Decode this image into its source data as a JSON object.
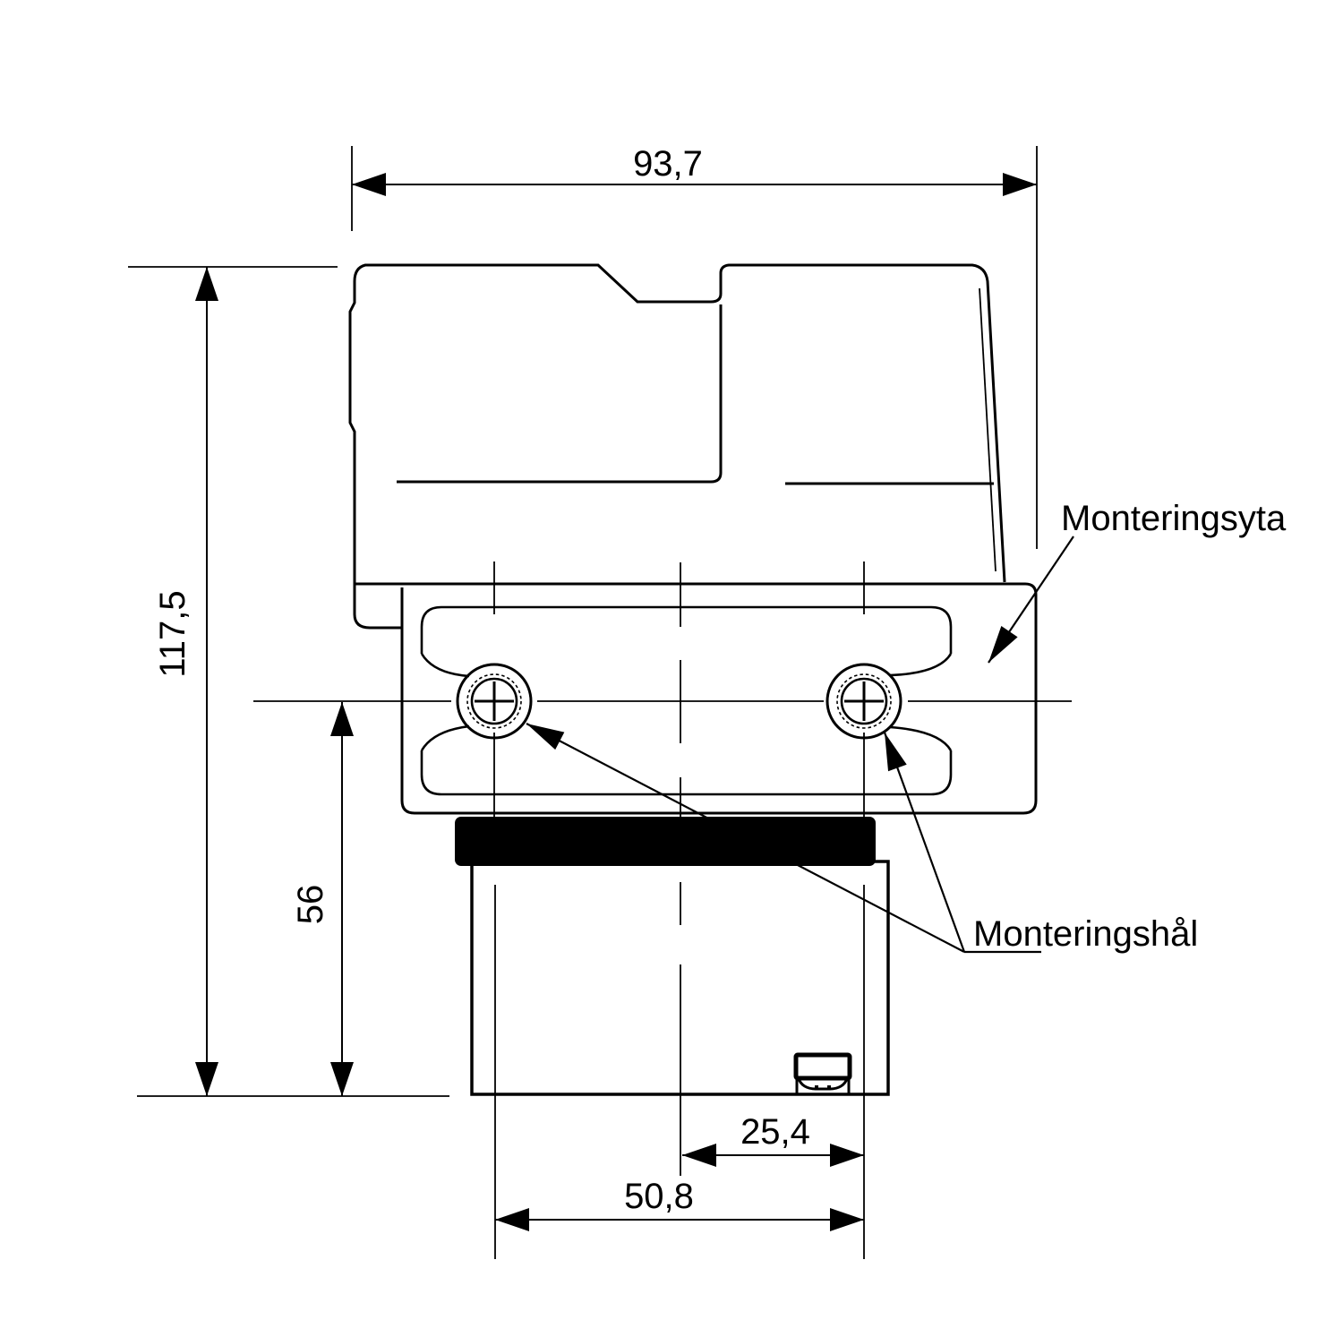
{
  "drawing": {
    "type": "technical-dimension-drawing",
    "units": "mm",
    "colors": {
      "line": "#000000",
      "background": "#ffffff",
      "gasket_fill": "#000000"
    },
    "dimensions": {
      "overall_width": "93,7",
      "overall_height": "117,5",
      "mount_face_height": "56",
      "center_to_hole": "25,4",
      "hole_spacing": "50,8"
    },
    "labels": {
      "mounting_surface": "Monteringsyta",
      "mounting_holes": "Monteringshål"
    }
  }
}
